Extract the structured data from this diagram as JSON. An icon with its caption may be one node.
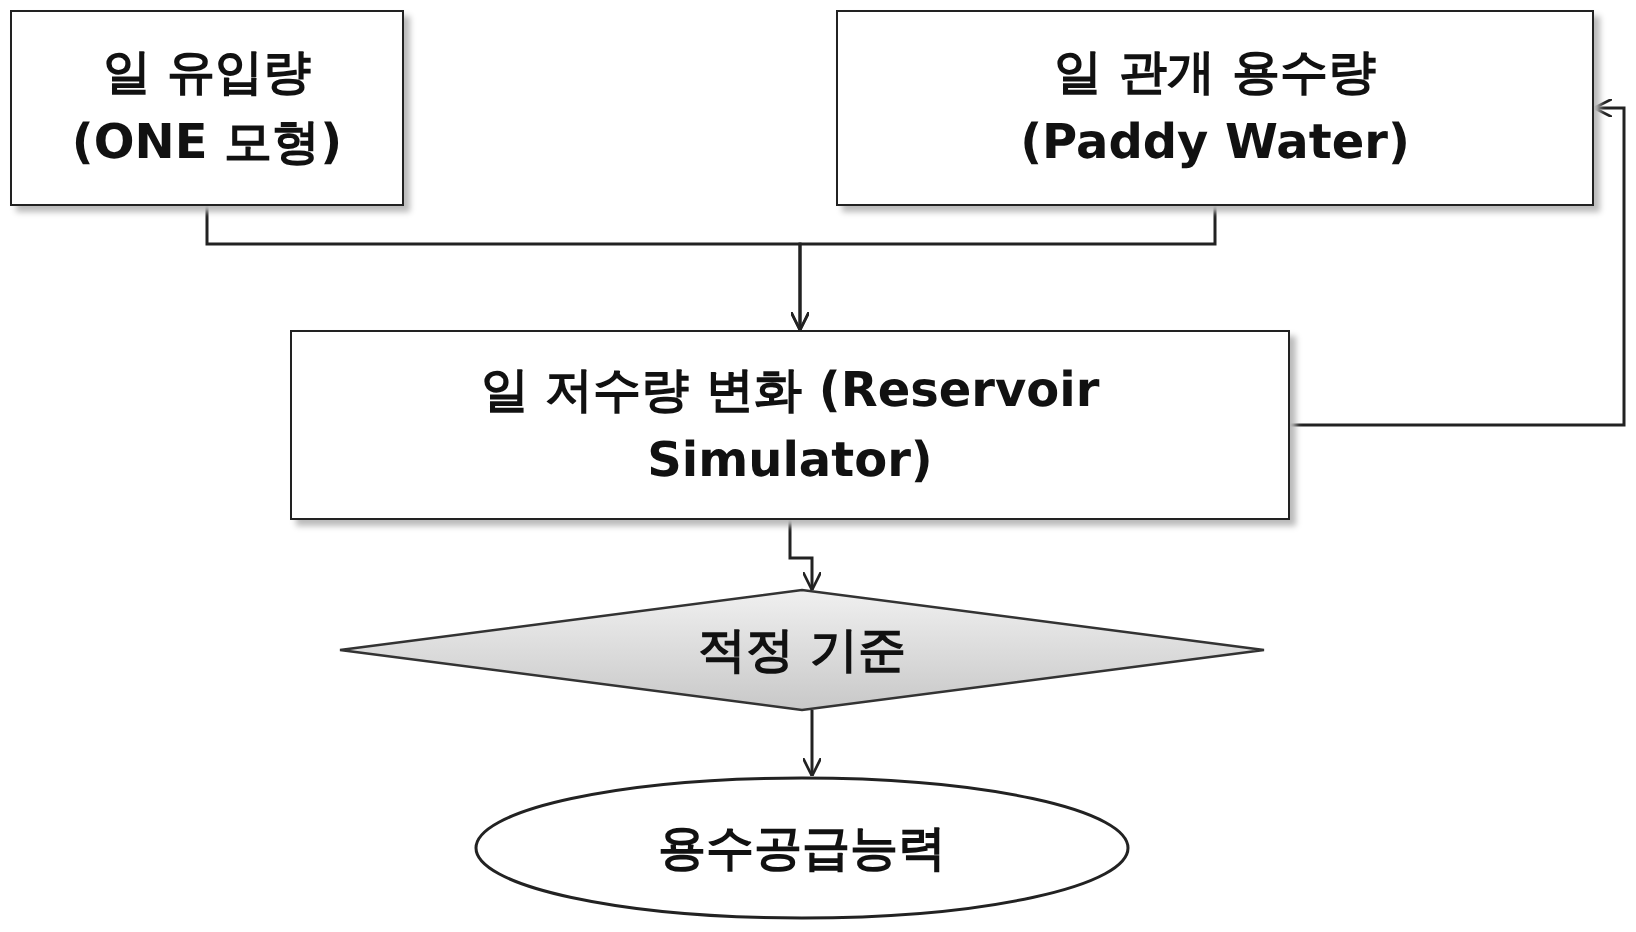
{
  "diagram": {
    "nodes": [
      {
        "text": [
          "일 유입량 (ONE 모형)"
        ]
      },
      {
        "text": [
          "일 관개 용수량 (Paddy Water)"
        ]
      },
      {
        "text": [
          "일 저수량 변화 (Reservoir Simulator)"
        ]
      },
      {
        "text": [
          "적정 기준"
        ]
      },
      {
        "text": [
          "용수공급능력"
        ]
      }
    ],
    "edges": [
      {
        "from": 0,
        "to": 2,
        "arrow": "to"
      },
      {
        "from": 1,
        "to": 2,
        "arrow": "to"
      },
      {
        "from": 2,
        "to": 1,
        "arrow": "to"
      },
      {
        "from": 2,
        "to": 3,
        "arrow": "to"
      },
      {
        "from": 3,
        "to": 4,
        "arrow": "to"
      }
    ]
  }
}
